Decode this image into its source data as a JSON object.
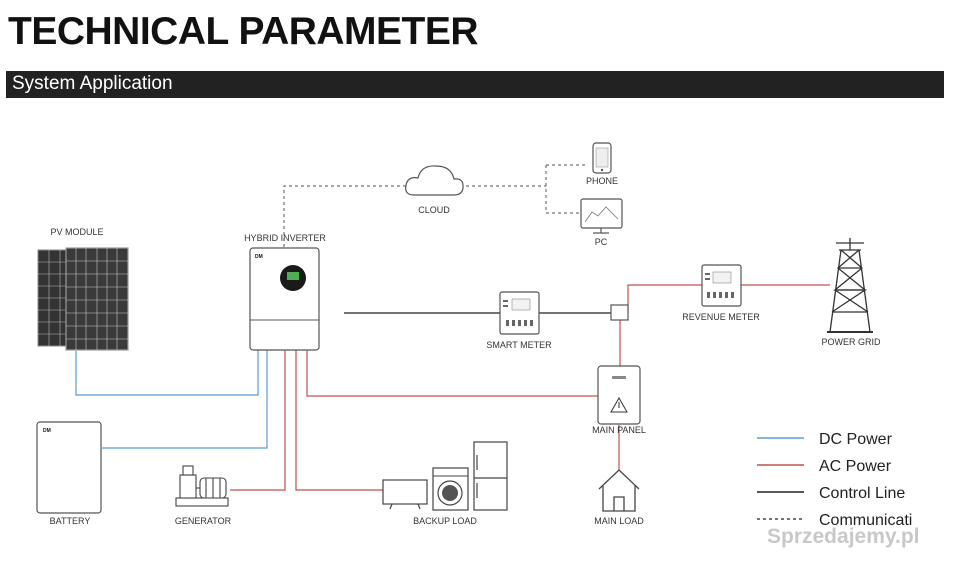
{
  "header": {
    "title": "TECHNICAL PARAMETER",
    "section": "System Application"
  },
  "nodes": {
    "cloud": "CLOUD",
    "phone": "PHONE",
    "pc": "PC",
    "pv_module": "PV MODULE",
    "hybrid_inverter": "HYBRID INVERTER",
    "smart_meter": "SMART METER",
    "revenue_meter": "REVENUE METER",
    "power_grid": "POWER GRID",
    "main_panel": "MAIN PANEL",
    "battery": "BATTERY",
    "generator": "GENERATOR",
    "backup_load": "BACKUP LOAD",
    "main_load": "MAIN LOAD"
  },
  "device_brand": "DM",
  "legend": [
    {
      "label": "DC Power",
      "color": "#5b9bd5",
      "style": "solid"
    },
    {
      "label": "AC Power",
      "color": "#c0504d",
      "style": "solid"
    },
    {
      "label": "Control Line",
      "color": "#222222",
      "style": "solid"
    },
    {
      "label": "Communicati",
      "color": "#222222",
      "style": "dashed"
    }
  ],
  "watermark": "Sprzedajemy.pl",
  "colors": {
    "dc": "#5b9bd5",
    "ac": "#c0504d",
    "control": "#222222",
    "comm": "#555555"
  }
}
